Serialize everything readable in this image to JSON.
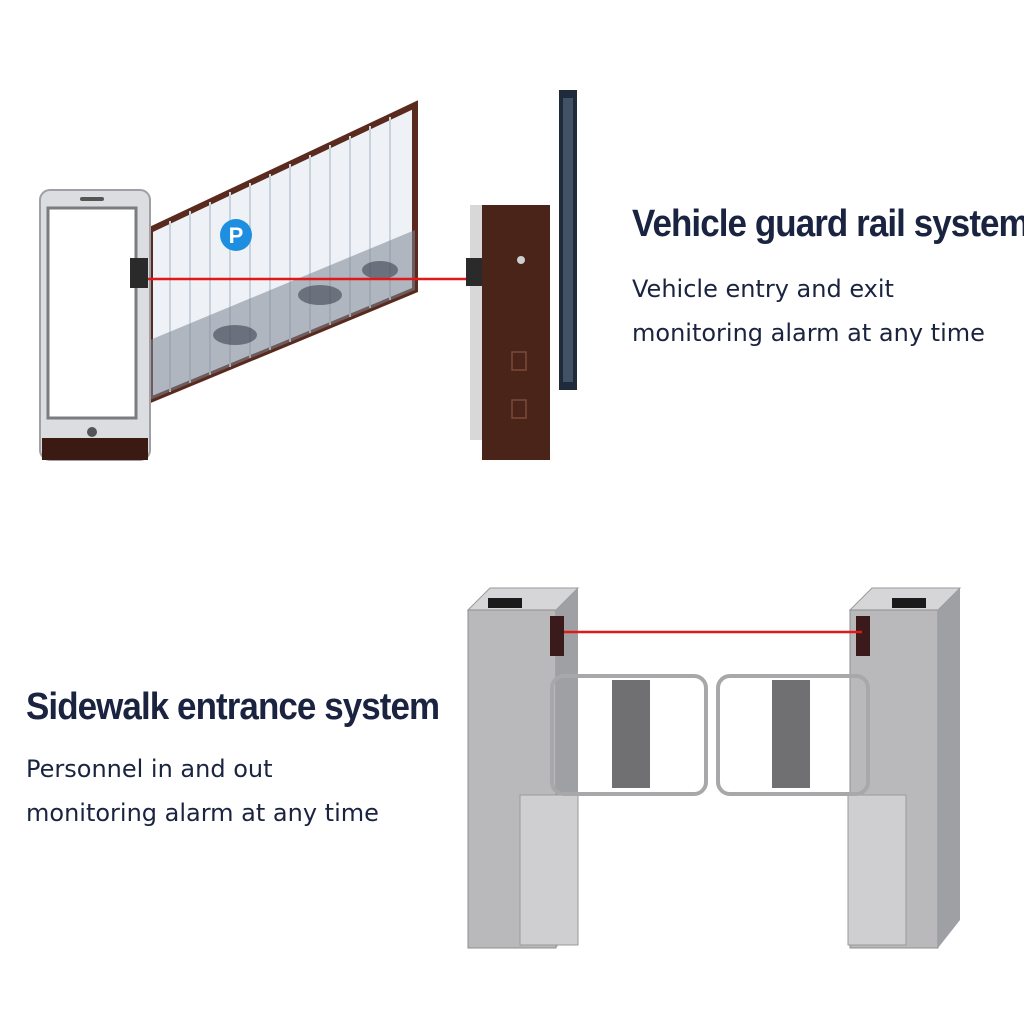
{
  "vehicle": {
    "title": "Vehicle guard rail system",
    "desc_line1": "Vehicle entry and exit",
    "desc_line2": "monitoring alarm at any time",
    "logo_letter": "P"
  },
  "sidewalk": {
    "title": "Sidewalk entrance system",
    "desc_line1": "Personnel in and out",
    "desc_line2": "monitoring alarm at any time"
  },
  "colors": {
    "text": "#1a2340",
    "laser": "#e01818",
    "brown": "#4a2418",
    "steel": "#b9b9bb",
    "logo": "#1e8fe0"
  }
}
